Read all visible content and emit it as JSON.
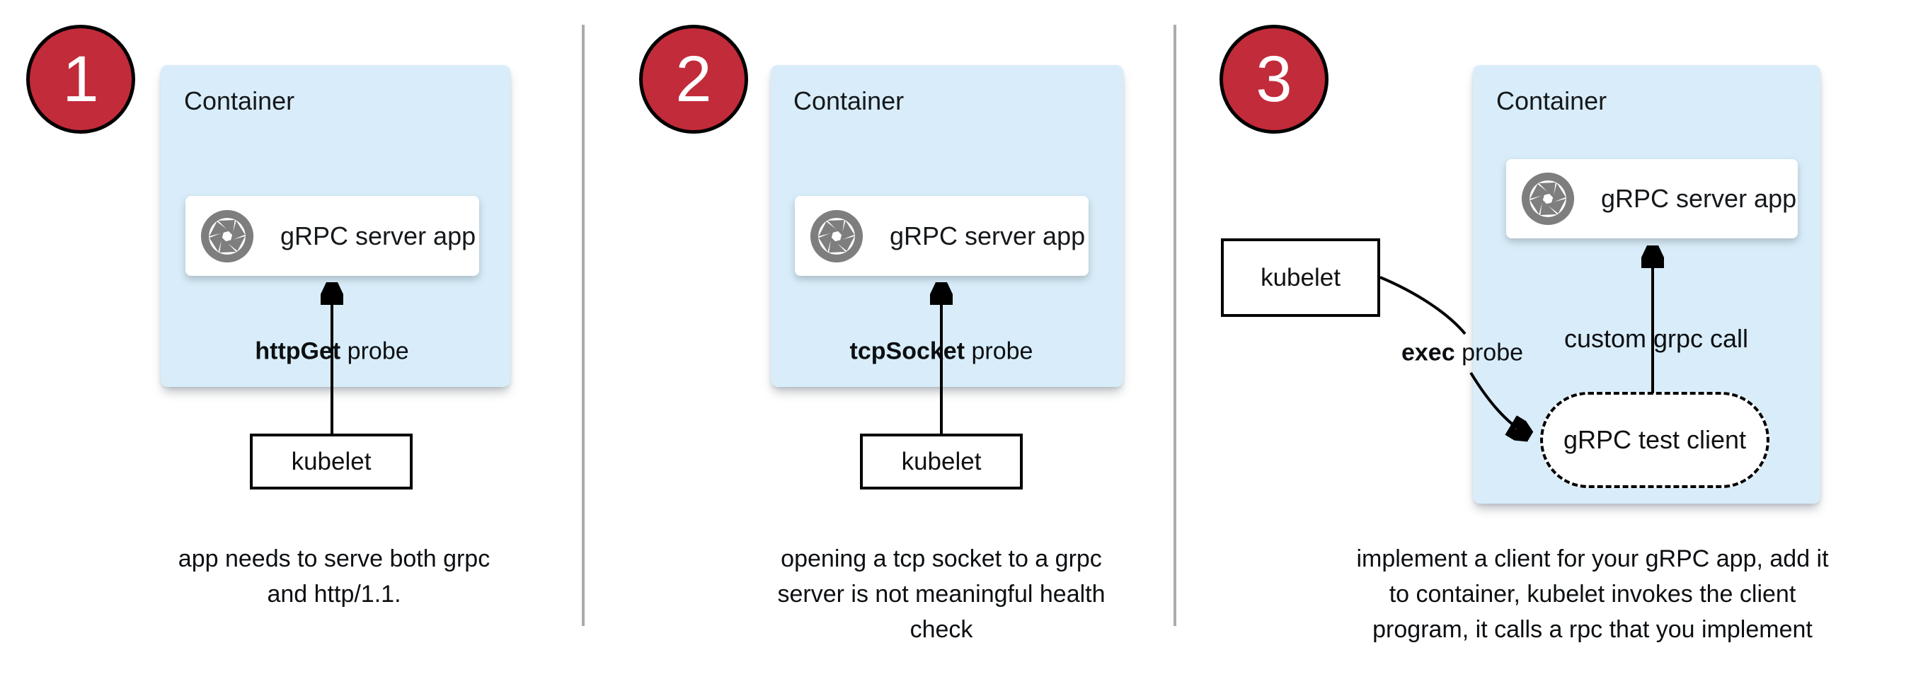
{
  "colors": {
    "step_circle_red": "#c22b3a",
    "container_blue": "#d8edf9",
    "icon_gray": "#7e7e7e",
    "divider_gray": "#ababab",
    "line_black": "#000000"
  },
  "panels": [
    {
      "number": "1",
      "container_label": "Container",
      "app_label": "gRPC server app",
      "app_icon": "aperture-icon",
      "probe_label_bold": "httpGet",
      "probe_label_rest": " probe",
      "kubelet_label": "kubelet",
      "caption": [
        "app needs to serve both grpc",
        "and http/1.1."
      ]
    },
    {
      "number": "2",
      "container_label": "Container",
      "app_label": "gRPC server app",
      "app_icon": "aperture-icon",
      "probe_label_bold": "tcpSocket",
      "probe_label_rest": " probe",
      "kubelet_label": "kubelet",
      "caption": [
        "opening a tcp socket to a grpc",
        "server is not meaningful health",
        "check"
      ]
    },
    {
      "number": "3",
      "container_label": "Container",
      "app_label": "gRPC server app",
      "app_icon": "aperture-icon",
      "probe_label_bold": "exec",
      "probe_label_rest": " probe",
      "kubelet_label": "kubelet",
      "custom_call_label": "custom grpc call",
      "test_client_label": "gRPC test client",
      "caption": [
        "implement a client for your gRPC app, add it",
        "to container, kubelet invokes the client",
        "program, it calls a rpc that you implement"
      ]
    }
  ]
}
